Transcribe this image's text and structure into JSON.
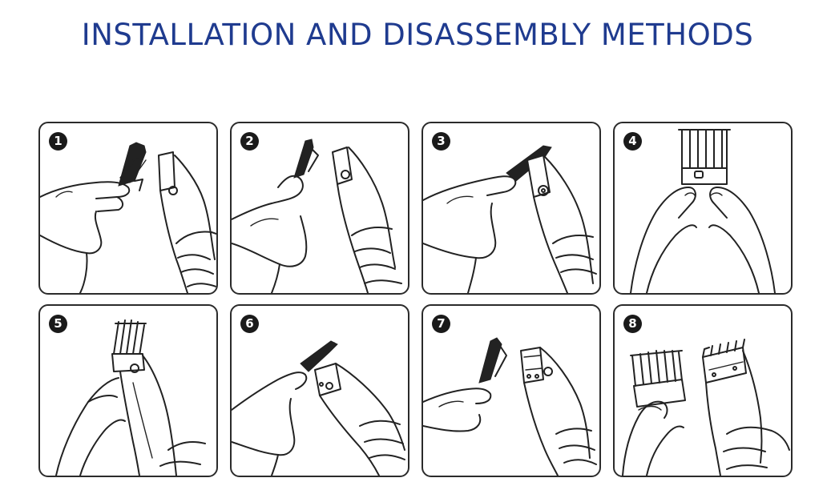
{
  "title": "INSTALLATION AND DISASSEMBLY METHODS",
  "steps": [
    {
      "number": "1"
    },
    {
      "number": "2"
    },
    {
      "number": "3"
    },
    {
      "number": "4"
    },
    {
      "number": "5"
    },
    {
      "number": "6"
    },
    {
      "number": "7"
    },
    {
      "number": "8"
    }
  ],
  "colors": {
    "title": "#1f3b8f",
    "line": "#222222",
    "background": "#ffffff"
  }
}
